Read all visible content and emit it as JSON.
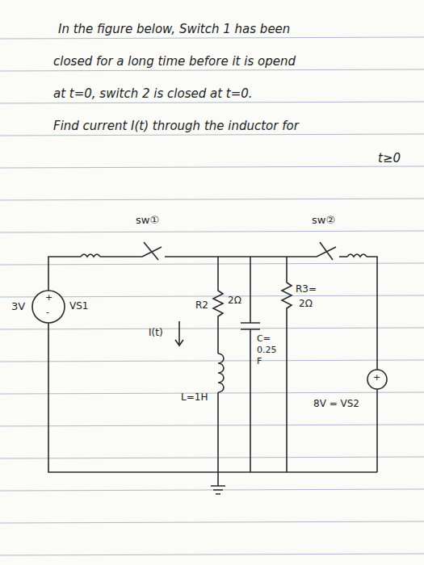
{
  "diagram": {
    "labels": [
      "In the figure below, Switch 1 has been",
      "closed for a long time before it is opend",
      "at t=0, switch 2 is closed at t=0.",
      "Find current I(t) through the inductor for",
      "t≥0",
      "sw①",
      "sw②",
      "3V",
      "+",
      "-",
      "VS1",
      "R2",
      "2Ω",
      "I(t)",
      "C=",
      "0.25",
      "F",
      "L=1H",
      "R3=",
      "2Ω",
      "+",
      "8V = VS2"
    ]
  }
}
